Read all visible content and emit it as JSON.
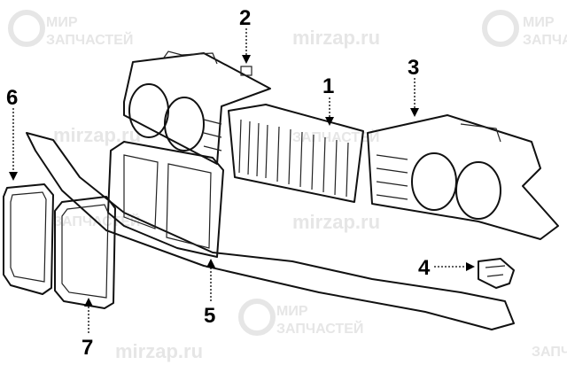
{
  "watermark": {
    "brand_line1": "МИР",
    "brand_line2": "ЗАПЧАСТЕЙ",
    "site": "mirzap.ru",
    "color": "#e6e6e6"
  },
  "callouts": [
    {
      "id": "callout-1",
      "label": "1",
      "part": "center-grille"
    },
    {
      "id": "callout-2",
      "label": "2",
      "part": "left-headlamp-housing"
    },
    {
      "id": "callout-3",
      "label": "3",
      "part": "right-headlamp-housing"
    },
    {
      "id": "callout-4",
      "label": "4",
      "part": "bracket-clip"
    },
    {
      "id": "callout-5",
      "label": "5",
      "part": "trim-panel"
    },
    {
      "id": "callout-6",
      "label": "6",
      "part": "left-kidney-grille-frame"
    },
    {
      "id": "callout-7",
      "label": "7",
      "part": "right-kidney-grille-frame"
    }
  ]
}
